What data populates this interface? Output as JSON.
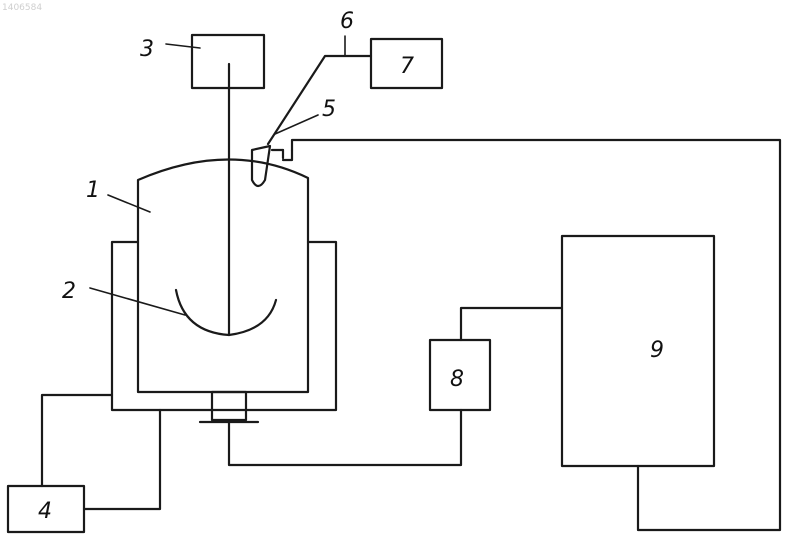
{
  "watermark": "1406584",
  "labels": {
    "l1": "1",
    "l2": "2",
    "l3": "3",
    "l4": "4",
    "l5": "5",
    "l6": "6",
    "l7": "7",
    "l8": "8",
    "l9": "9"
  }
}
